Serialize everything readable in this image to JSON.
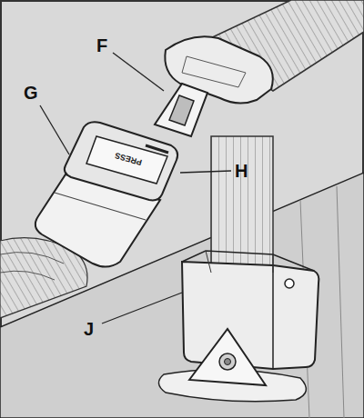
{
  "diagram": {
    "labels": [
      "F",
      "G",
      "H",
      "J",
      "PRESS"
    ]
  }
}
